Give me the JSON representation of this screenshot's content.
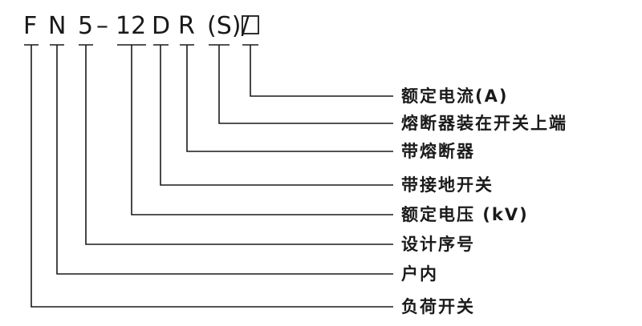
{
  "model_code": {
    "parts": [
      "F",
      "N",
      "5",
      "–",
      "12",
      "D",
      "R",
      "(S)/"
    ]
  },
  "labels": [
    "额定电流(A)",
    "熔断器装在开关上端",
    "带熔断器",
    "带接地开关",
    "额定电压 (kV)",
    "设计序号",
    "户内",
    "负荷开关"
  ],
  "colors": {
    "ink": "#1a1a1a",
    "background": "#ffffff"
  }
}
